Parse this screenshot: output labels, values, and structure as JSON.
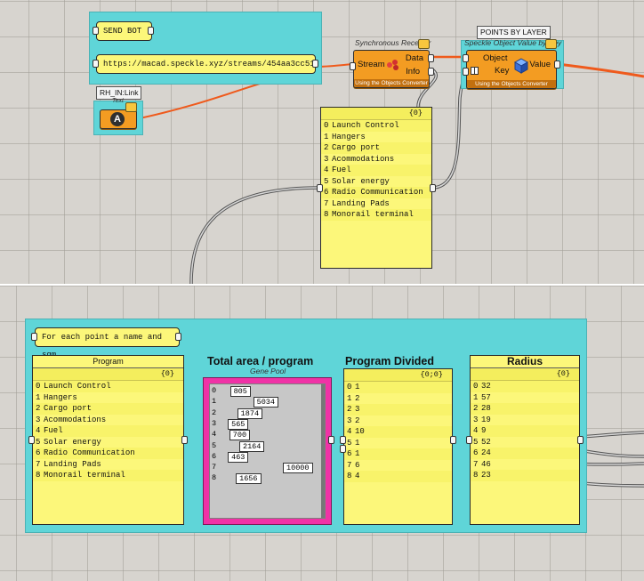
{
  "top_view": {
    "send_bot_label": "SEND BOT",
    "stream_url": "https://macad.speckle.xyz/streams/454aa3cc51",
    "rh_in_tag": "RH_IN:Link",
    "text_param_label": "Text",
    "text_param_icon": "A",
    "receiver": {
      "title": "Synchronous Receiver",
      "input_label": "Stream",
      "output_data": "Data",
      "output_info": "Info",
      "footer": "Using the Objects Converter"
    },
    "value_by_key": {
      "tag": "POINTS BY LAYER",
      "title": "Speckle Object Value by Key",
      "input_object": "Object",
      "input_key": "Key",
      "output_value": "Value",
      "footer": "Using the Objects Converter"
    },
    "layers_panel": {
      "path": "{0}",
      "items": [
        "Launch Control",
        "Hangers",
        "Cargo port",
        "Acommodations",
        "Fuel",
        "Solar energy",
        "Radio Communication",
        "Landing Pads",
        "Monorail terminal"
      ]
    }
  },
  "bottom_view": {
    "scribble": "For each point a name and sqm",
    "program_panel": {
      "title": "Program",
      "path": "{0}",
      "items": [
        "Launch Control",
        "Hangers",
        "Cargo port",
        "Acommodations",
        "Fuel",
        "Solar energy",
        "Radio Communication",
        "Landing Pads",
        "Monorail terminal"
      ]
    },
    "gene_pool": {
      "group_title": "Total area / program",
      "label": "Gene Pool",
      "values": [
        {
          "index": "0",
          "value": "805",
          "level": 0.08
        },
        {
          "index": "1",
          "value": "5034",
          "level": 0.5
        },
        {
          "index": "2",
          "value": "1874",
          "level": 0.19
        },
        {
          "index": "3",
          "value": "565",
          "level": 0.05
        },
        {
          "index": "4",
          "value": "700",
          "level": 0.07
        },
        {
          "index": "5",
          "value": "2164",
          "level": 0.22
        },
        {
          "index": "6",
          "value": "463",
          "level": 0.05
        },
        {
          "index": "7",
          "value": "10000",
          "level": 1.0
        },
        {
          "index": "8",
          "value": "1656",
          "level": 0.17
        }
      ]
    },
    "divided_panel": {
      "title": "Program Divided",
      "path": "{0;0}",
      "items": [
        "1",
        "2",
        "3",
        "2",
        "10",
        "1",
        "1",
        "6",
        "4"
      ]
    },
    "radius_panel": {
      "title": "Radius",
      "path": "{0}",
      "items": [
        "32",
        "57",
        "28",
        "19",
        "9",
        "52",
        "24",
        "46",
        "23"
      ]
    }
  },
  "colors": {
    "group": "#5fd5d8",
    "panel": "#fcf77a",
    "component": "#f39c22",
    "wire_active": "#ef5a1c",
    "gene_pool": "#f032a6"
  }
}
